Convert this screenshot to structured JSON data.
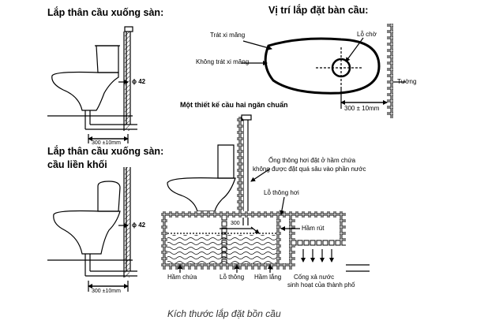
{
  "headings": {
    "floor_mount_toilet": "Lắp thân cầu xuống sàn:",
    "floor_mount_onepiece_line1": "Lắp thân cầu xuống sàn:",
    "floor_mount_onepiece_line2": "cầu liền khối",
    "toilet_position": "Vị trí lắp đặt bàn cầu:",
    "septic_design": "Một thiết kế cầu hai ngăn chuẩn"
  },
  "labels": {
    "phi_top": "ϕ 42",
    "dim_top": "300 ±10mm",
    "phi_bottom": "ϕ 42",
    "dim_bottom": "300 ±10mm",
    "plastered": "Trát xi măng",
    "not_plastered": "Không trát xi măng",
    "waiting_hole": "Lỗ chờ",
    "wall": "Tường",
    "position_dim": "300 ± 10mm",
    "vent_note_line1": "Ống thông hơi đặt ở hầm chứa",
    "vent_note_line2": "không được đặt quá sâu vào phần nước",
    "vent_hole": "Lỗ thông hơi",
    "drain_chamber": "Hầm rút",
    "pipe_dim": "300",
    "storage_chamber": "Hầm chứa",
    "vent_hole_bottom": "Lỗ thông",
    "settling_chamber": "Hầm lắng",
    "sewer_line1": "Cống xả nước",
    "sewer_line2": "sinh hoạt của thành phố"
  },
  "caption": "Kích thước lắp đặt bồn cầu"
}
